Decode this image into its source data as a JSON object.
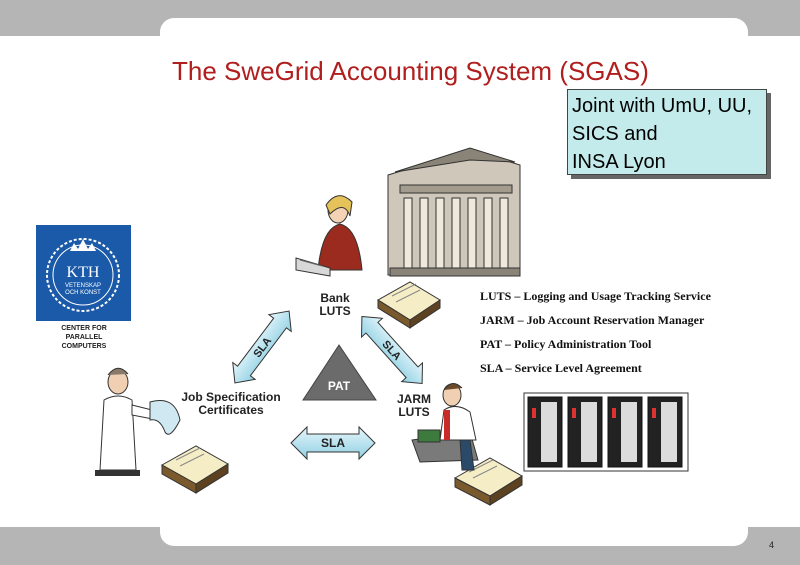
{
  "slide": {
    "title": "The SweGrid Accounting System (SGAS)",
    "page_number": "4"
  },
  "joint_box": {
    "lines": [
      "Joint with UmU, UU,",
      "SICS and",
      "INSA Lyon"
    ]
  },
  "logo": {
    "text_kth": "KTH",
    "text_line1": "VETENSKAP",
    "text_line2": "OCH KONST",
    "caption_lines": [
      "CENTER FOR",
      "PARALLEL",
      "COMPUTERS"
    ]
  },
  "nodes": {
    "bank": [
      "Bank",
      "LUTS"
    ],
    "jarm": [
      "JARM",
      "LUTS"
    ],
    "job": [
      "Job Specification",
      "Certificates"
    ]
  },
  "connectors": {
    "sla_left": "SLA",
    "sla_right": "SLA",
    "sla_bottom": "SLA",
    "pat": "PAT"
  },
  "legend": [
    "LUTS – Logging and Usage Tracking Service",
    "JARM – Job Account Reservation Manager",
    "PAT – Policy Administration Tool",
    "SLA – Service Level Agreement"
  ],
  "icons": [
    "bank-building-icon",
    "bank-clerk-icon",
    "ledger-book-icon",
    "scientist-icon",
    "engineer-icon",
    "server-rack-icon",
    "kth-crown-logo"
  ]
}
